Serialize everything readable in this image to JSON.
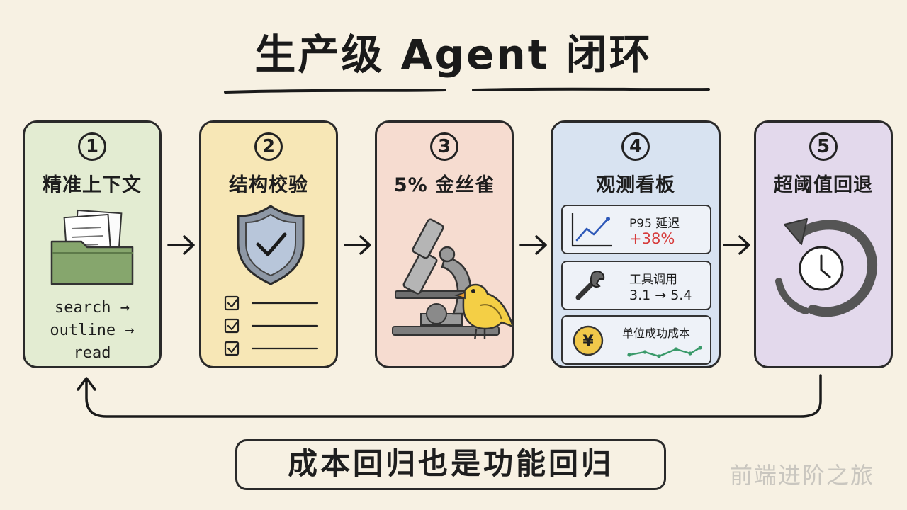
{
  "title": "生产级 Agent 闭环",
  "steps": [
    {
      "number": "1",
      "title": "精准上下文",
      "lines": [
        "search →",
        "outline →",
        "read"
      ]
    },
    {
      "number": "2",
      "title": "结构校验"
    },
    {
      "number": "3",
      "title": "5% 金丝雀"
    },
    {
      "number": "4",
      "title": "观测看板",
      "panels": [
        {
          "label": "P95 延迟",
          "value": "+38%"
        },
        {
          "label": "工具调用",
          "value": "3.1 → 5.4"
        },
        {
          "label": "单位成功成本"
        }
      ]
    },
    {
      "number": "5",
      "title": "超阈值回退"
    }
  ],
  "footer": "成本回归也是功能回归",
  "watermark": "前端进阶之旅",
  "icons": [
    "folder-icon",
    "shield-check-icon",
    "checklist-icon",
    "microscope-icon",
    "canary-bird-icon",
    "line-chart-icon",
    "wrench-icon",
    "yen-coin-icon",
    "rollback-clock-icon"
  ],
  "colors": {
    "step1_bg": "#e3ecd2",
    "step2_bg": "#f7e7b6",
    "step3_bg": "#f6dcd0",
    "step4_bg": "#d8e3f1",
    "step5_bg": "#e3d9ec",
    "alert_red": "#d63b3b"
  }
}
